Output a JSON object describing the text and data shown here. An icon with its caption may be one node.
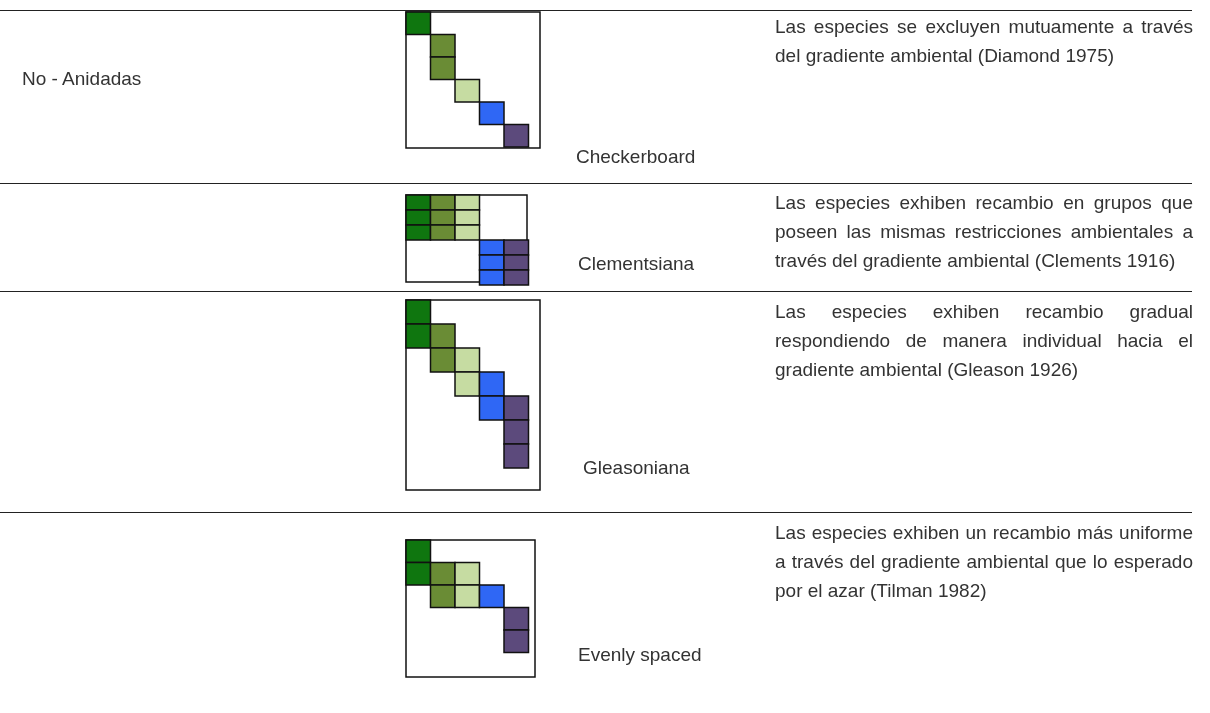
{
  "diagram": {
    "labels": [
      "No - Anidadas",
      "Checkerboard",
      "Las especies se excluyen mutuamente a través del gradiente ambiental (Diamond 1975)",
      "Clementsiana",
      "Las especies exhiben recambio en grupos que poseen las mismas restricciones ambientales a través del gradiente ambiental (Clements 1916)",
      "Gleasoniana",
      "Las especies exhiben recambio gradual respondiendo de manera individual hacia el gradiente ambiental (Gleason 1926)",
      "Evenly spaced",
      "Las especies exhiben un recambio más uniforme a través del gradiente ambiental que lo esperado por el azar (Tilman 1982)"
    ]
  }
}
